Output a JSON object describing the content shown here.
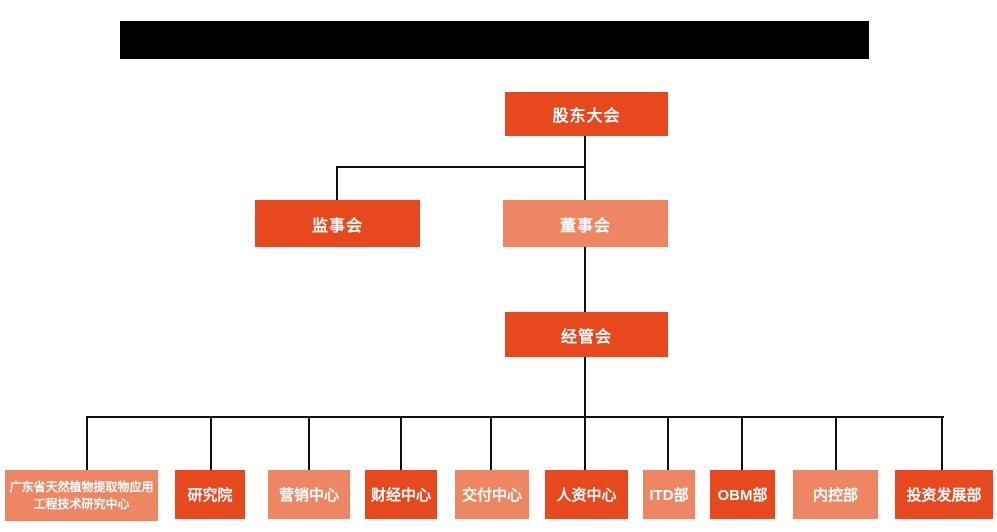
{
  "colors": {
    "primary_dark": "#E8481D",
    "primary_light": "#EE8663",
    "line": "#111111",
    "banner": "#000000",
    "text": "#FFFFFF",
    "background": "#FFFFFF"
  },
  "org": {
    "root": {
      "label": "股东大会"
    },
    "level2": {
      "supervisory": {
        "label": "监事会"
      },
      "board": {
        "label": "董事会"
      }
    },
    "level3": {
      "management": {
        "label": "经管会"
      }
    },
    "departments": [
      {
        "label": "广东省天然植物提取物应用工程技术研究中心"
      },
      {
        "label": "研究院"
      },
      {
        "label": "营销中心"
      },
      {
        "label": "财经中心"
      },
      {
        "label": "交付中心"
      },
      {
        "label": "人资中心"
      },
      {
        "label": "ITD部"
      },
      {
        "label": "OBM部"
      },
      {
        "label": "内控部"
      },
      {
        "label": "投资发展部"
      }
    ]
  }
}
